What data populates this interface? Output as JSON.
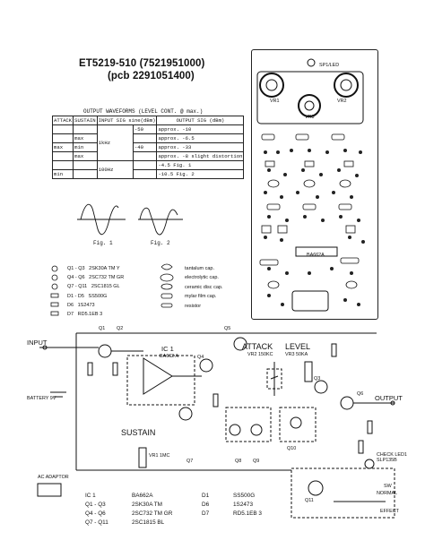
{
  "header": {
    "title_line1": "ET5219-510 (7521951000)",
    "title_line2": "(pcb 2291051400)"
  },
  "waveform_table": {
    "title": "OUTPUT WAVEFORMS (LEVEL CONT. @ max.)",
    "headers": [
      "ATTACK",
      "SUSTAIN",
      "INPUT SIG sine(dBm)",
      "OUTPUT SIG (dBm)"
    ],
    "freq_1": "1kHz",
    "freq_2": "100Hz",
    "rows": [
      {
        "attack": "",
        "sustain": "",
        "input": "-50",
        "output": "approx. -10"
      },
      {
        "attack": "",
        "sustain": "max",
        "input": "",
        "output": "approx. -6.5"
      },
      {
        "attack": "max",
        "sustain": "min",
        "input": "-40",
        "output": "approx. -33"
      },
      {
        "attack": "",
        "sustain": "max",
        "input": "",
        "output": "approx. -8 slight distortion"
      },
      {
        "attack": "",
        "sustain": "",
        "input": "",
        "output": "-4.5      Fig. 1"
      },
      {
        "attack": "min",
        "sustain": "",
        "input": "",
        "output": "-10.5     Fig. 2"
      }
    ]
  },
  "figures": {
    "fig1": "Fig. 1",
    "fig2": "Fig. 2"
  },
  "legend": {
    "transistors": [
      {
        "ref": "Q1 - Q3",
        "part": "2SK30A TM Y"
      },
      {
        "ref": "Q4 - Q6",
        "part": "2SC732 TM GR"
      },
      {
        "ref": "Q7 - Q11",
        "part": "2SC1815 GL"
      },
      {
        "ref": "D1 - D5",
        "part": "SS500G"
      },
      {
        "ref": "D6",
        "part": "1S2473"
      },
      {
        "ref": "D7",
        "part": "RD5.1EB 3"
      }
    ],
    "symbols": [
      "tantalum cap.",
      "electrolytic cap.",
      "ceramic disc cap.",
      "mylar film cap.",
      "resistor"
    ]
  },
  "pcb": {
    "sp_label": "SP1/LED",
    "vr_labels": [
      "VR1",
      "VR2",
      "VR3"
    ],
    "ic_label": "BA662A"
  },
  "schematic": {
    "input": "INPUT",
    "battery": "BATTERY 9V",
    "ac_adaptor": "AC ADAPTOR",
    "output": "OUTPUT",
    "ic1": "IC 1",
    "ic1_part": "BA662 A",
    "attack": "ATTACK",
    "attack_vr": "VR2 150KC",
    "level": "LEVEL",
    "level_vr": "VR3 50KA",
    "sustain": "SUSTAIN",
    "sustain_vr": "VR1 1MC",
    "check_led": "CHECK LED1 SLP135B",
    "switch": "SW",
    "normal": "NORMAL",
    "effect": "EFFECT",
    "transistor_labels": [
      "Q1",
      "Q2",
      "Q3",
      "Q4",
      "Q5",
      "Q6",
      "Q7",
      "Q8",
      "Q9",
      "Q10",
      "Q11"
    ]
  },
  "bom": [
    {
      "ref": "IC 1",
      "part": "BA662A",
      "ref2": "D1",
      "part2": "SS500G"
    },
    {
      "ref": "Q1 - Q3",
      "part": "2SK30A TM",
      "ref2": "D6",
      "part2": "1S2473"
    },
    {
      "ref": "Q4 - Q6",
      "part": "2SC732 TM GR",
      "ref2": "D7",
      "part2": "RD5.1EB 3"
    },
    {
      "ref": "Q7 - Q11",
      "part": "2SC1815 BL",
      "ref2": "",
      "part2": ""
    }
  ]
}
